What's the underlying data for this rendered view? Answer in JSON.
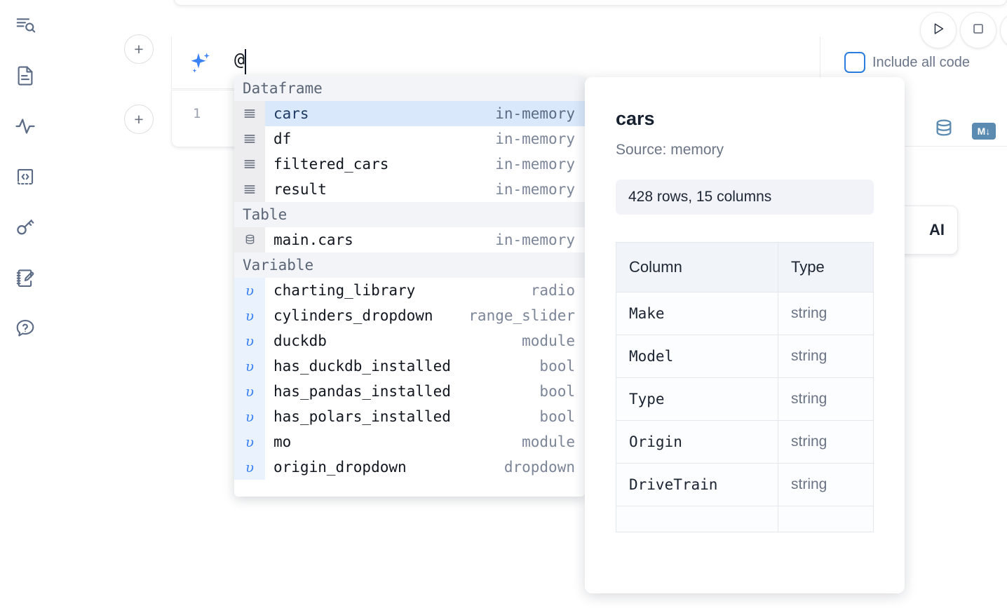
{
  "sidebar": {
    "items": [
      {
        "name": "outline-search-icon",
        "label": "Outline search"
      },
      {
        "name": "file-icon",
        "label": "Files"
      },
      {
        "name": "activity-icon",
        "label": "Activity"
      },
      {
        "name": "snippets-icon",
        "label": "Snippets"
      },
      {
        "name": "key-icon",
        "label": "Secrets"
      },
      {
        "name": "scratchpad-icon",
        "label": "Scratchpad"
      },
      {
        "name": "help-icon",
        "label": "Help"
      }
    ]
  },
  "prompt": {
    "text": "@",
    "sparkle_icon": "ai-sparkle-icon",
    "add_button_label": "+"
  },
  "cell": {
    "line_number": "1"
  },
  "toolbar": {
    "run_icon": "play-icon",
    "stop_icon": "stop-icon",
    "include_all_code_label": "Include all code",
    "include_all_code_checked": false,
    "database_icon": "database-icon",
    "markdown_badge": "M↓",
    "accent_color": "#2b7de0"
  },
  "hidden_card": {
    "text": "AI"
  },
  "autocomplete": {
    "sections": [
      {
        "label": "Dataframe",
        "items": [
          {
            "icon": "dataframe-icon",
            "name": "cars",
            "type": "in-memory",
            "selected": true
          },
          {
            "icon": "dataframe-icon",
            "name": "df",
            "type": "in-memory",
            "selected": false
          },
          {
            "icon": "dataframe-icon",
            "name": "filtered_cars",
            "type": "in-memory",
            "selected": false
          },
          {
            "icon": "dataframe-icon",
            "name": "result",
            "type": "in-memory",
            "selected": false
          }
        ]
      },
      {
        "label": "Table",
        "items": [
          {
            "icon": "table-icon",
            "name": "main.cars",
            "type": "in-memory",
            "selected": false
          }
        ]
      },
      {
        "label": "Variable",
        "items": [
          {
            "icon": "variable-icon",
            "name": "charting_library",
            "type": "radio",
            "selected": false
          },
          {
            "icon": "variable-icon",
            "name": "cylinders_dropdown",
            "type": "range_slider",
            "selected": false
          },
          {
            "icon": "variable-icon",
            "name": "duckdb",
            "type": "module",
            "selected": false
          },
          {
            "icon": "variable-icon",
            "name": "has_duckdb_installed",
            "type": "bool",
            "selected": false
          },
          {
            "icon": "variable-icon",
            "name": "has_pandas_installed",
            "type": "bool",
            "selected": false
          },
          {
            "icon": "variable-icon",
            "name": "has_polars_installed",
            "type": "bool",
            "selected": false
          },
          {
            "icon": "variable-icon",
            "name": "mo",
            "type": "module",
            "selected": false
          },
          {
            "icon": "variable-icon",
            "name": "origin_dropdown",
            "type": "dropdown",
            "selected": false
          }
        ]
      }
    ]
  },
  "info_panel": {
    "title": "cars",
    "source": "Source: memory",
    "shape": "428 rows, 15 columns",
    "table": {
      "headers": [
        "Column",
        "Type"
      ],
      "rows": [
        [
          "Make",
          "string"
        ],
        [
          "Model",
          "string"
        ],
        [
          "Type",
          "string"
        ],
        [
          "Origin",
          "string"
        ],
        [
          "DriveTrain",
          "string"
        ]
      ]
    }
  }
}
